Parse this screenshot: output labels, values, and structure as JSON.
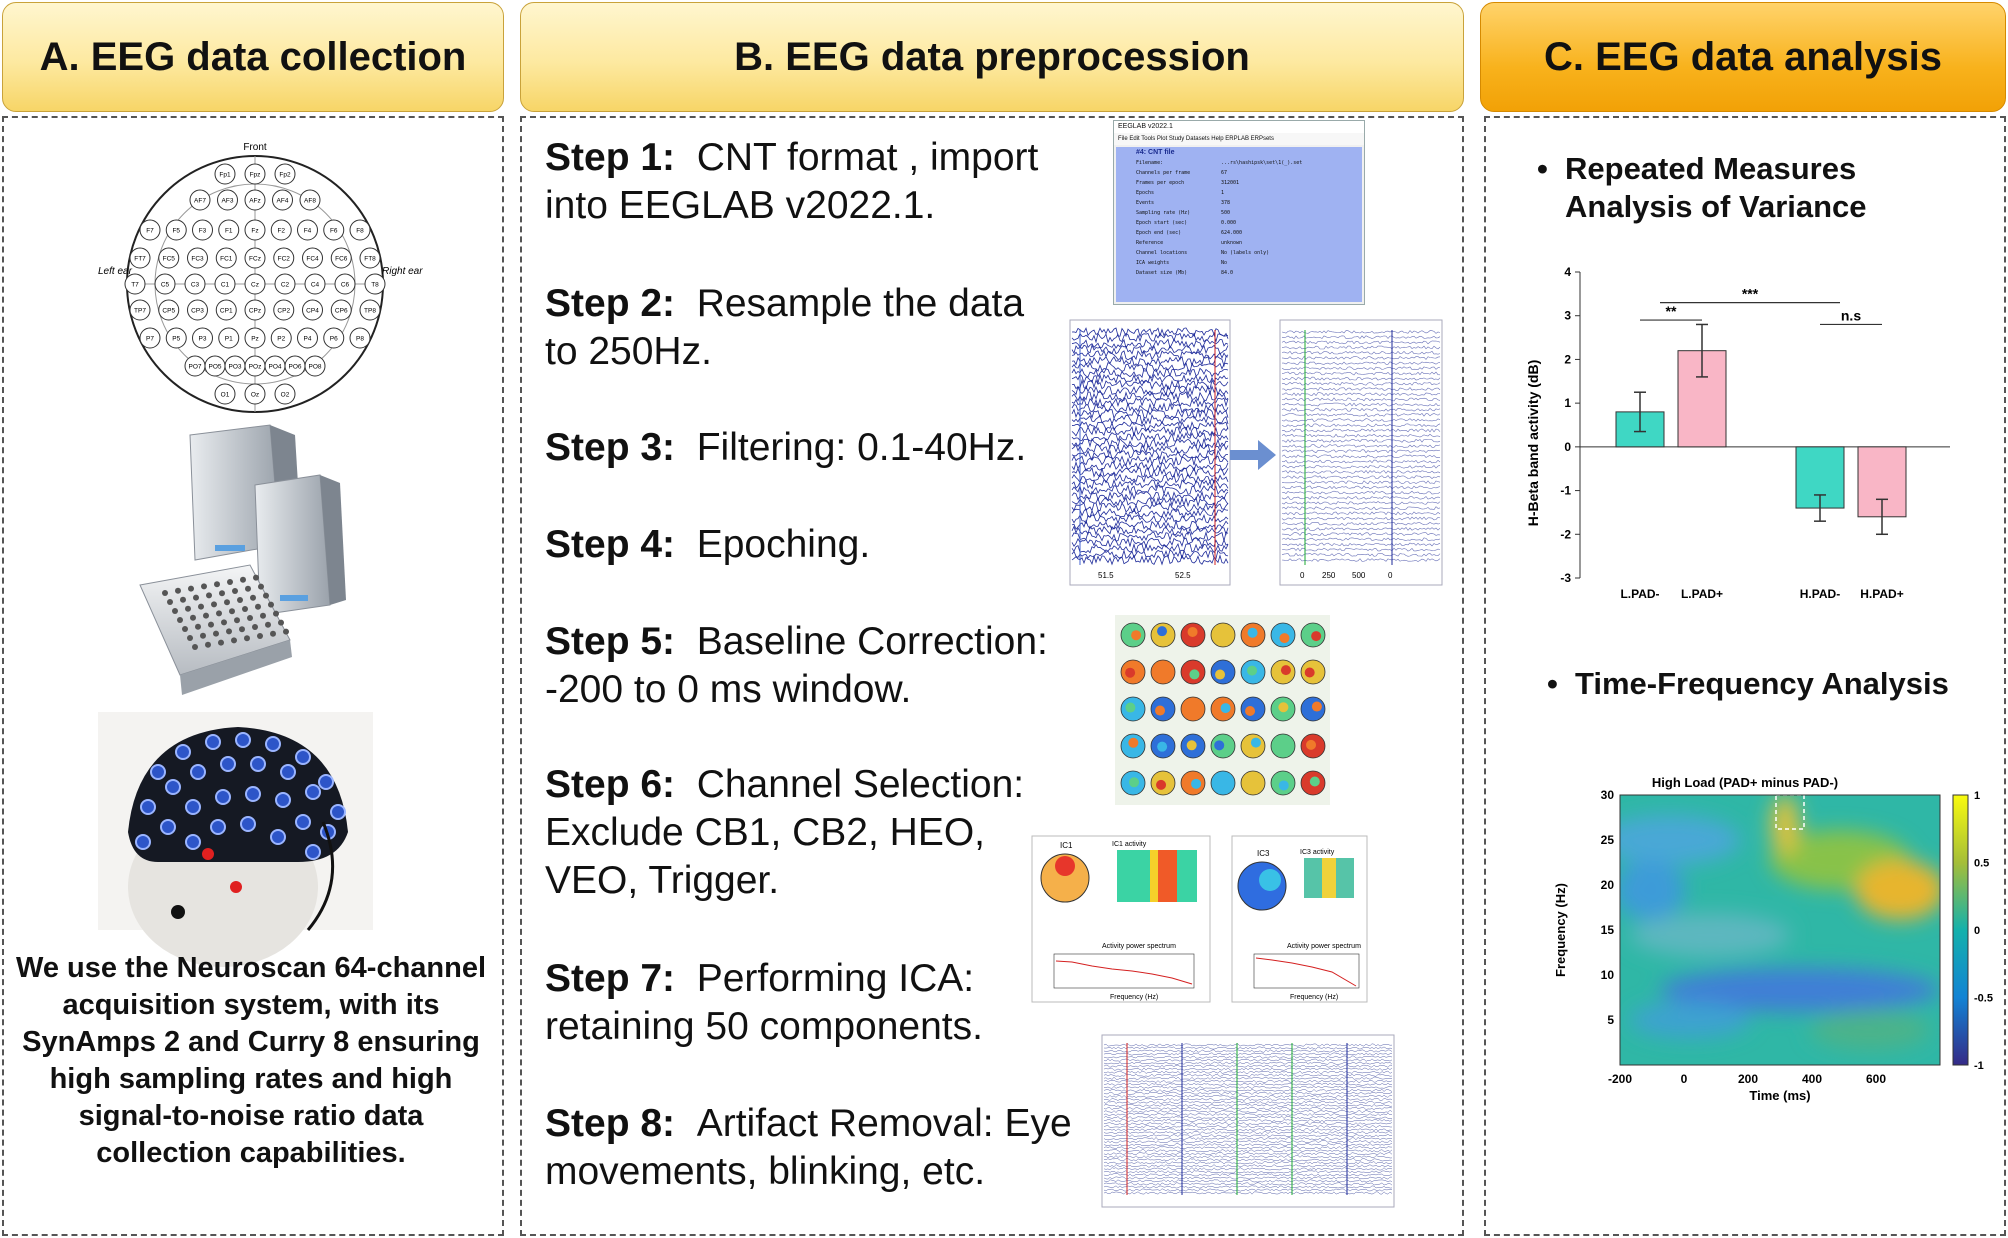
{
  "headers": {
    "a": "A. EEG data collection",
    "b": "B. EEG data preprocession",
    "c": "C. EEG data analysis"
  },
  "montage": {
    "front": "Front",
    "left_ear": "Left ear",
    "right_ear": "Right ear",
    "electrodes": [
      "Fp1",
      "Fpz",
      "Fp2",
      "AF7",
      "AF3",
      "AFz",
      "AF4",
      "AF8",
      "F7",
      "F5",
      "F3",
      "F1",
      "Fz",
      "F2",
      "F4",
      "F6",
      "F8",
      "FT7",
      "FC5",
      "FC3",
      "FC1",
      "FCz",
      "FC2",
      "FC4",
      "FC6",
      "FT8",
      "T7",
      "C5",
      "C3",
      "C1",
      "Cz",
      "C2",
      "C4",
      "C6",
      "T8",
      "TP7",
      "CP5",
      "CP3",
      "CP1",
      "CPz",
      "CP2",
      "CP4",
      "CP6",
      "TP8",
      "P7",
      "P5",
      "P3",
      "P1",
      "Pz",
      "P2",
      "P4",
      "P6",
      "P8",
      "PO7",
      "PO5",
      "PO3",
      "POz",
      "PO4",
      "PO6",
      "PO8",
      "O1",
      "Oz",
      "O2"
    ]
  },
  "caption": "We use the Neuroscan 64-channel acquisition system, with its SynAmps 2 and Curry 8 ensuring high sampling rates and high signal-to-noise ratio data collection capabilities.",
  "steps": [
    {
      "label": "Step 1:",
      "text": "CNT format , import into EEGLAB v2022.1."
    },
    {
      "label": "Step 2:",
      "text": "Resample the data to 250Hz."
    },
    {
      "label": "Step 3:",
      "text": "Filtering: 0.1-40Hz."
    },
    {
      "label": "Step 4:",
      "text": "Epoching."
    },
    {
      "label": "Step 5:",
      "text": "Baseline Correction: -200 to 0 ms window."
    },
    {
      "label": "Step 6:",
      "text": "Channel Selection: Exclude CB1, CB2, HEO, VEO, Trigger."
    },
    {
      "label": "Step 7:",
      "text": "Performing ICA: retaining 50 components."
    },
    {
      "label": "Step 8:",
      "text": "Artifact Removal: Eye movements, blinking, etc."
    }
  ],
  "eeglab_window": {
    "title": "EEGLAB v2022.1",
    "menu": [
      "File",
      "Edit",
      "Tools",
      "Plot",
      "Study",
      "Datasets",
      "Help",
      "ERPLAB",
      "ERPsets"
    ],
    "section": "#4: CNT file",
    "rows": [
      [
        "Filename:",
        "...rs\\hashipsk\\set\\1(_).set"
      ],
      [
        "Channels per frame",
        "67"
      ],
      [
        "Frames per epoch",
        "312001"
      ],
      [
        "Epochs",
        "1"
      ],
      [
        "Events",
        "378"
      ],
      [
        "Sampling rate (Hz)",
        "500"
      ],
      [
        "Epoch start (sec)",
        "0.000"
      ],
      [
        "Epoch end (sec)",
        "624.000"
      ],
      [
        "Reference",
        "unknown"
      ],
      [
        "Channel locations",
        "No (labels only)"
      ],
      [
        "ICA weights",
        "No"
      ],
      [
        "Dataset size (Mb)",
        "84.0"
      ]
    ]
  },
  "bullets": {
    "anova": "Repeated Measures Analysis of Variance",
    "tf": "Time-Frequency Analysis"
  },
  "chart_data": [
    {
      "type": "bar",
      "ylabel": "H-Beta band activity (dB)",
      "ylim": [
        -3,
        4
      ],
      "yticks": [
        "4",
        "3",
        "2",
        "1",
        "0",
        "-1",
        "-2",
        "-3"
      ],
      "categories": [
        "L.PAD-",
        "L.PAD+",
        "H.PAD-",
        "H.PAD+"
      ],
      "values": [
        0.8,
        2.2,
        -1.4,
        -1.6
      ],
      "errors": [
        0.45,
        0.6,
        0.3,
        0.4
      ],
      "bar_colors": [
        "#3fd7c4",
        "#f9b6c6",
        "#3fd7c4",
        "#f9b6c6"
      ],
      "annotations": [
        "**",
        "***",
        "n.s"
      ]
    },
    {
      "type": "heatmap",
      "title": "High Load (PAD+ minus PAD-)",
      "xlabel": "Time (ms)",
      "ylabel": "Frequency (Hz)",
      "xticks": [
        "-200",
        "0",
        "200",
        "400",
        "600"
      ],
      "yticks": [
        "30",
        "25",
        "20",
        "15",
        "10",
        "5"
      ],
      "xlim": [
        -200,
        800
      ],
      "ylim": [
        0,
        30
      ],
      "colorbar_ticks": [
        "1",
        "0.5",
        "0",
        "-0.5",
        "-1"
      ],
      "colormap": "parula"
    }
  ]
}
